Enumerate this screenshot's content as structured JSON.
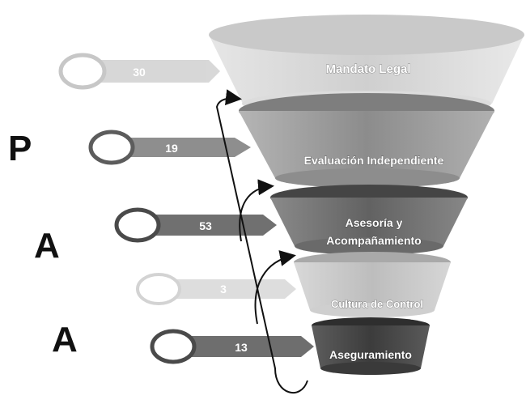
{
  "side_letters": [
    "P",
    "A",
    "A"
  ],
  "levels": [
    {
      "label": "Mandato Legal",
      "value": "30"
    },
    {
      "label": "Evaluación Independiente",
      "value": "19"
    },
    {
      "label": "Asesoría y|Acompañamiento",
      "value": "53"
    },
    {
      "label": "Cultura de Control",
      "value": "3"
    },
    {
      "label": "Aseguramiento",
      "value": "13"
    }
  ],
  "colors": {
    "mandato": "#d6d6d6",
    "evaluacion": "#9a9a9a",
    "asesoria": "#6e6e6e",
    "cultura": "#c4c4c4",
    "aseguramiento": "#4a4a4a",
    "arrow": "#111111"
  }
}
